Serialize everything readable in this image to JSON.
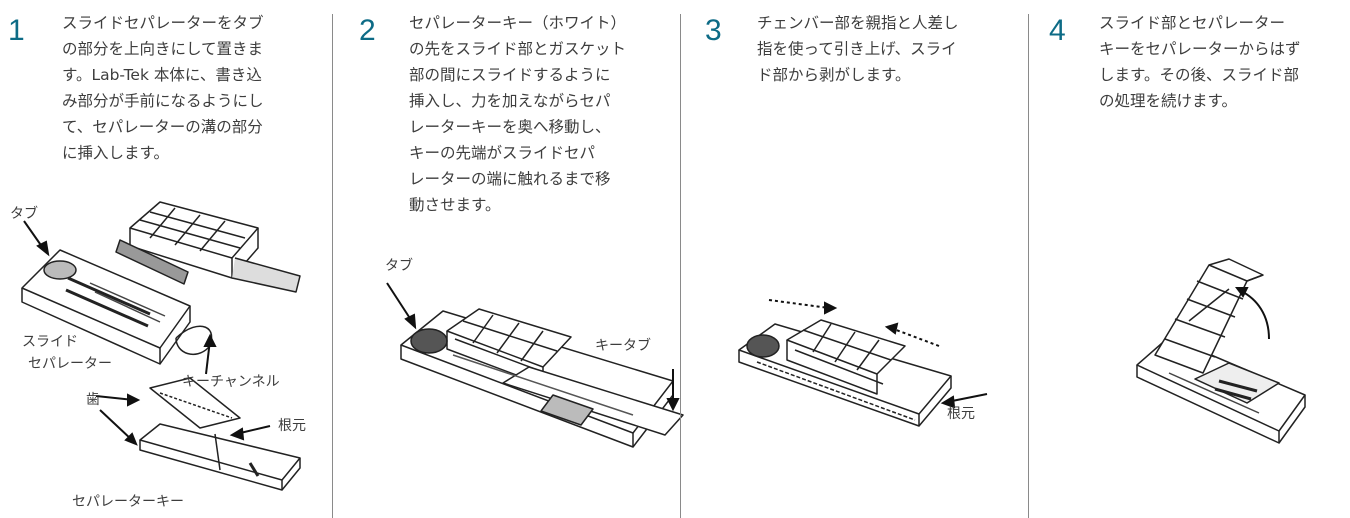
{
  "steps": [
    {
      "number": "1",
      "lines": [
        "スライドセパレーターをタブ",
        "の部分を上向きにして置きま",
        "す。Lab-Tek 本体に、書き込",
        "み部分が手前になるようにし",
        "て、セパレーターの溝の部分",
        "に挿入します。"
      ],
      "labels": {
        "tab": "タブ",
        "slide_separator_1": "スライド",
        "slide_separator_2": "セパレーター",
        "key_channel": "キーチャンネル",
        "teeth": "歯",
        "root": "根元",
        "separator_key": "セパレーターキー"
      }
    },
    {
      "number": "2",
      "lines": [
        "セパレーターキー（ホワイト）",
        "の先をスライド部とガスケット",
        "部の間にスライドするように",
        "挿入し、力を加えながらセパ",
        "レーターキーを奥へ移動し、",
        "キーの先端がスライドセパ",
        "レーターの端に触れるまで移",
        "動させます。"
      ],
      "labels": {
        "tab": "タブ",
        "key_tab": "キータブ"
      }
    },
    {
      "number": "3",
      "lines": [
        "チェンバー部を親指と人差し",
        "指を使って引き上げ、スライ",
        "ド部から剥がします。"
      ],
      "labels": {
        "root": "根元"
      }
    },
    {
      "number": "4",
      "lines": [
        "スライド部とセパレーター",
        "キーをセパレーターからはず",
        "します。その後、スライド部",
        "の処理を続けます。"
      ],
      "labels": {}
    }
  ],
  "colors": {
    "step_number": "#0d6b86",
    "text": "#3d3d3d",
    "divider": "#8a8a8a"
  }
}
